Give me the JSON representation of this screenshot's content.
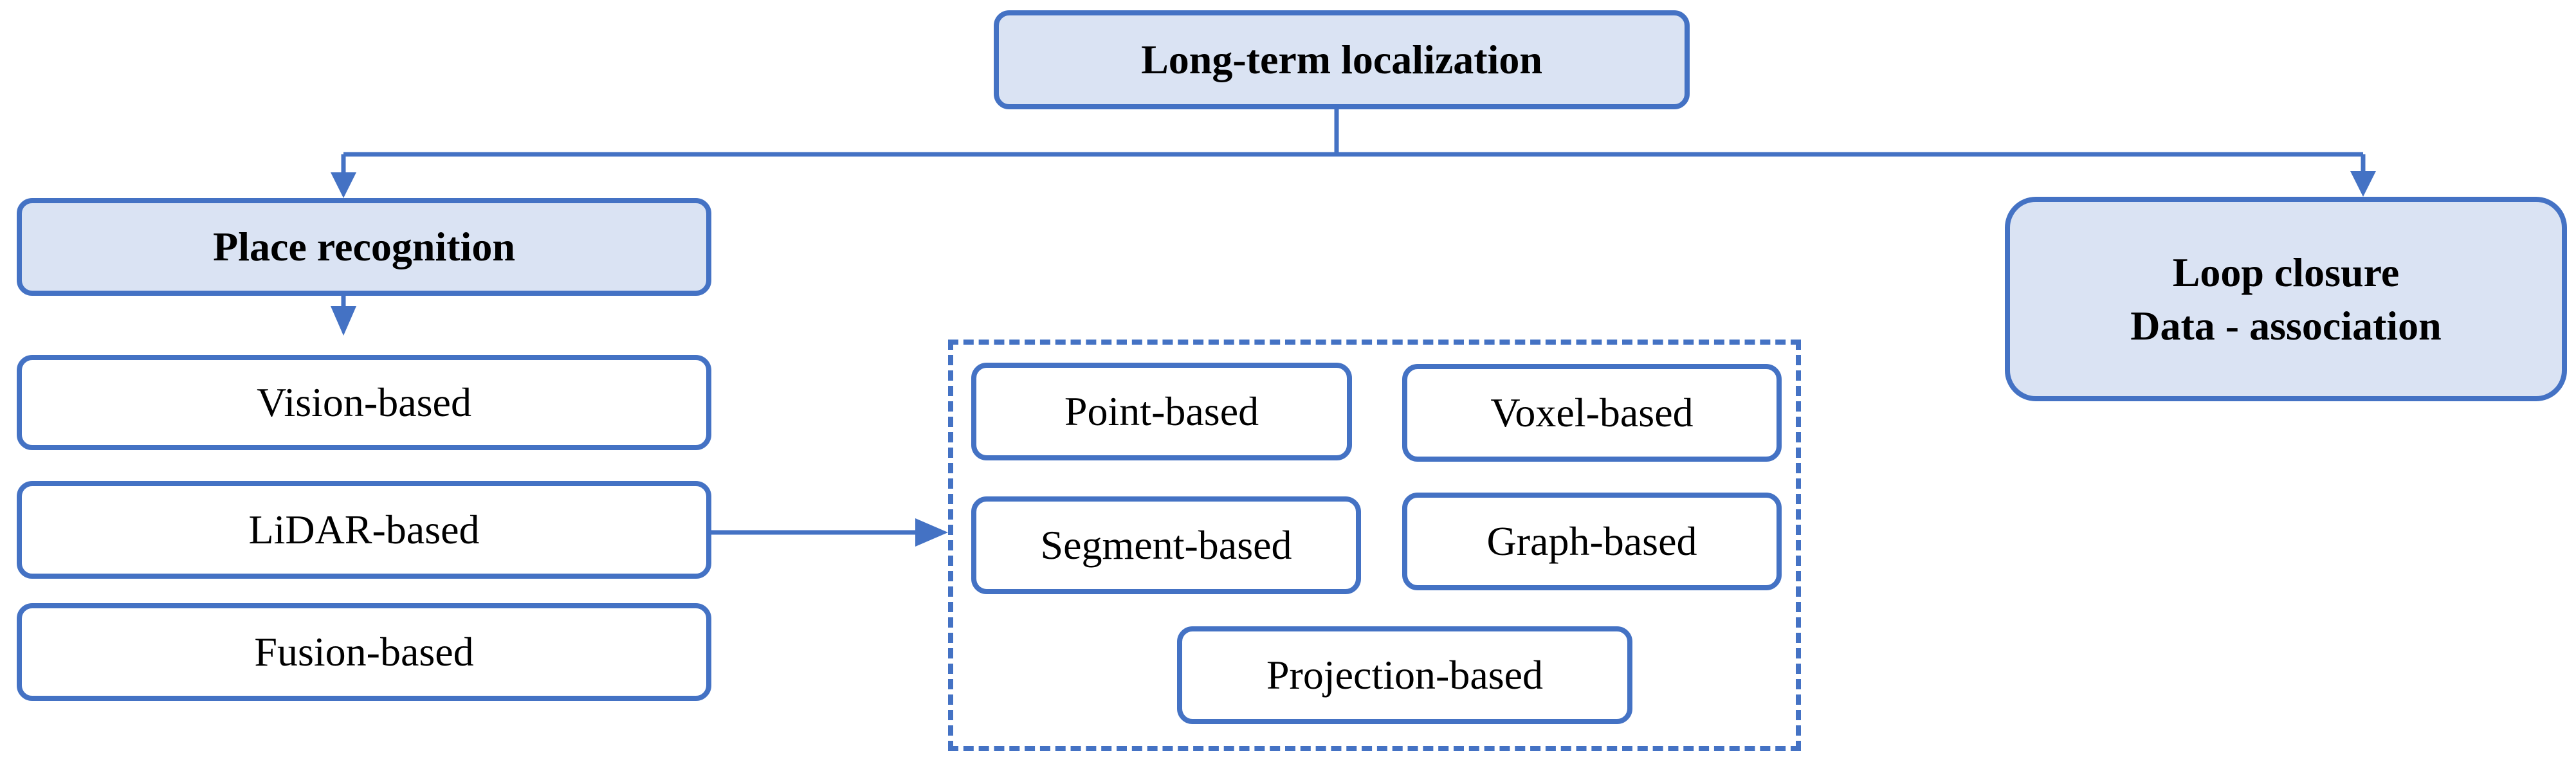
{
  "diagram": {
    "root": {
      "label": "Long-term localization"
    },
    "place_recognition": {
      "label": "Place recognition"
    },
    "loop_closure": {
      "line1": "Loop closure",
      "line2": "Data - association"
    },
    "categories": {
      "vision": "Vision-based",
      "lidar": "LiDAR-based",
      "fusion": "Fusion-based"
    },
    "lidar_methods": {
      "point": "Point-based",
      "voxel": "Voxel-based",
      "segment": "Segment-based",
      "graph": "Graph-based",
      "projection": "Projection-based"
    },
    "colors": {
      "stroke": "#4472c4",
      "fill": "#dae3f3",
      "text": "#000000"
    }
  }
}
